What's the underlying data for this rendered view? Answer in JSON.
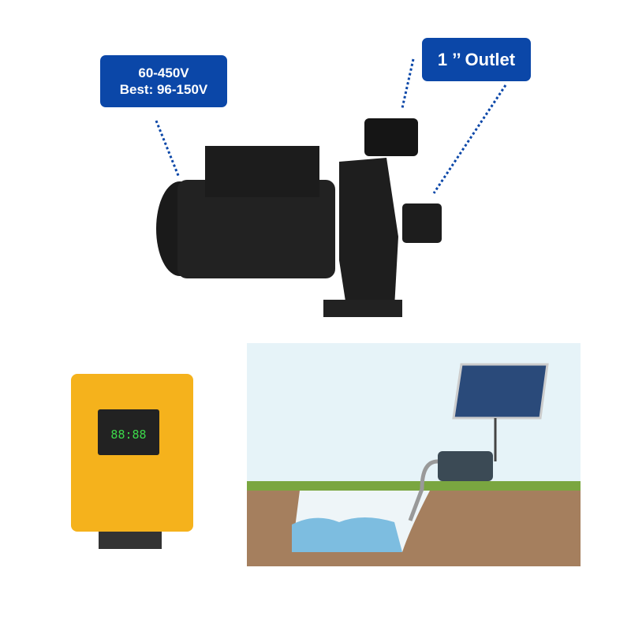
{
  "voltage_label": {
    "range": "60-450V",
    "best": "Best: 96-150V"
  },
  "outlet_label": "1 ’’ Outlet",
  "controller": {
    "display": "88:88"
  },
  "colors": {
    "label_bg": "#0b47a8",
    "controller": "#f5b21c",
    "sky": "#e6f3f8",
    "grass": "#7aa640",
    "soil": "#a57f5e",
    "water": "#7dbde0"
  }
}
